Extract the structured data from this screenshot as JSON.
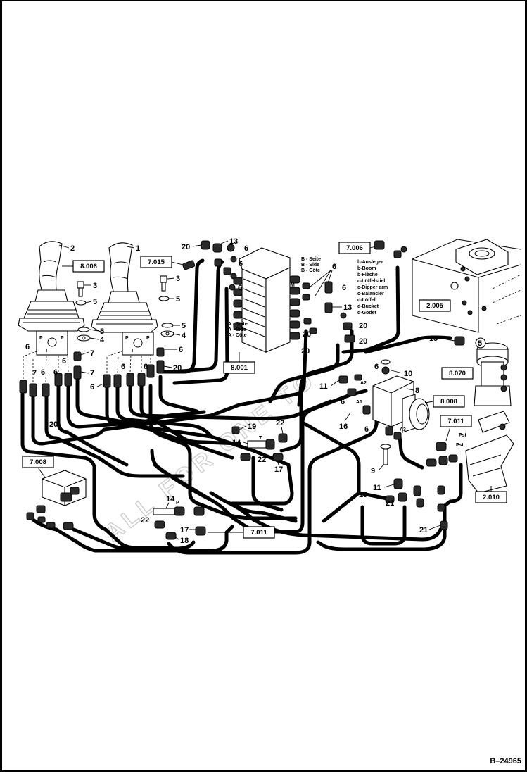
{
  "document": {
    "number": "B–24965"
  },
  "watermark": "ALL FOR ONE TO",
  "reference_boxes": [
    "8.006",
    "7.015",
    "8.001",
    "7.006",
    "2.005",
    "8.070",
    "8.008",
    "7.011",
    "7.008",
    "7.011",
    "2.010"
  ],
  "callouts": {
    "c1": "1",
    "c2": "2",
    "c3a": "3",
    "c3b": "3",
    "c4a": "4",
    "c4b": "4",
    "c5a": "5",
    "c5b": "5",
    "c5c": "5",
    "c5d": "5",
    "c5e": "5",
    "c6a": "6",
    "c6b": "6",
    "c6c": "6",
    "c6d": "6",
    "c6e": "6",
    "c6f": "6",
    "c6g": "6",
    "c6h": "6",
    "c6i": "6",
    "c6j": "6",
    "c6k": "6",
    "c6l": "6",
    "c6m": "6",
    "c6n": "6",
    "c6o": "6",
    "c6p": "6",
    "c7a": "7",
    "c7b": "7",
    "c7c": "7",
    "c7d": "7",
    "c8": "8",
    "c9": "9",
    "c10": "10",
    "c11a": "11",
    "c11b": "11",
    "c13a": "13",
    "c13b": "13",
    "c14a": "14",
    "c14b": "14",
    "c15": "15",
    "c16": "16",
    "c17a": "17",
    "c17b": "17",
    "c18": "18",
    "c19a": "19",
    "c19b": "19",
    "c20a": "20",
    "c20b": "20",
    "c20c": "20",
    "c20d": "20",
    "c20e": "20",
    "c20f": "20",
    "c20g": "20",
    "c21a": "21",
    "c21b": "21",
    "c22a": "22",
    "c22b": "22",
    "c22c": "22"
  },
  "valve_side_b": [
    "B - Seite",
    "B - Side",
    "B - Côte"
  ],
  "valve_side_a": [
    "A - Seite",
    "A - Side",
    "A - Côte"
  ],
  "valve_functions": [
    "b-Ausleger",
    "b-Boom",
    "b-Flèche",
    "c-Löffelstiel",
    "c-Dipper arm",
    "c-Balancier",
    "d-Löffel",
    "d-Bucket",
    "d-Godet"
  ],
  "port_labels": {
    "a1": "A1",
    "a2": "A2",
    "a3": "A3",
    "t": "T",
    "pst_top": "Pst",
    "pst_bot": "Pst",
    "p_a": "P",
    "p_b": "P",
    "t_b": "T"
  }
}
